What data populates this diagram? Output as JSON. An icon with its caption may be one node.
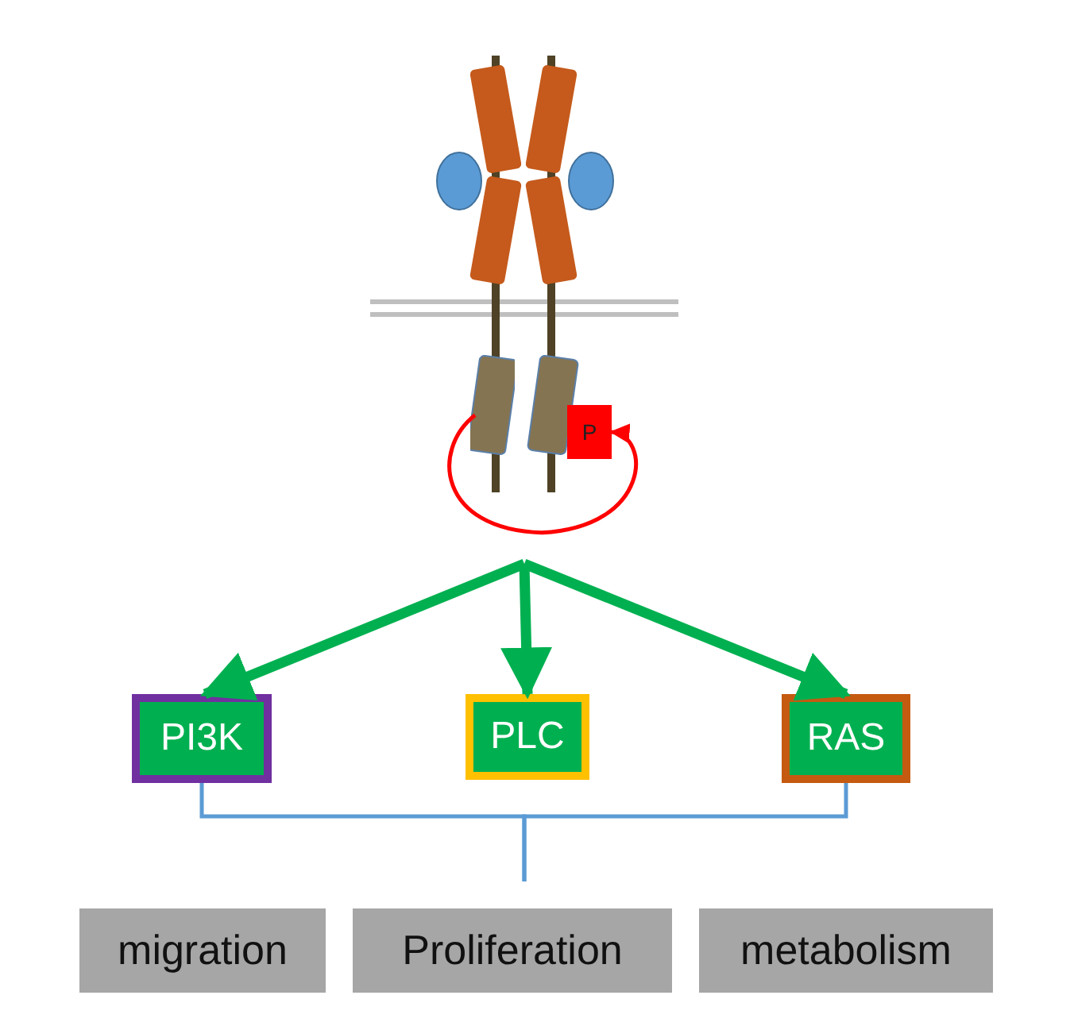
{
  "diagram": {
    "nodes": [
      {
        "text": [],
        "shape": "picture"
      },
      {
        "text": [],
        "shape": "box",
        "in": 0
      },
      {
        "text": [
          "P"
        ],
        "in": 0
      },
      {
        "text": [
          "PI3K"
        ]
      },
      {
        "text": [
          "PLC"
        ]
      },
      {
        "text": [
          "RAS"
        ]
      },
      {
        "text": [
          "migration"
        ]
      },
      {
        "text": [
          "Proliferation"
        ]
      },
      {
        "text": [
          "metabolism"
        ]
      }
    ],
    "edges": [
      {
        "from": 1,
        "to": 2,
        "arrow": "to",
        "color": "#ff0000"
      },
      {
        "from": 0,
        "to": 3,
        "arrow": "to",
        "style": "thick",
        "color": "#00b050"
      },
      {
        "from": 0,
        "to": 4,
        "arrow": "to",
        "style": "thick",
        "color": "#00b050"
      },
      {
        "from": 0,
        "to": 5,
        "arrow": "to",
        "style": "thick",
        "color": "#00b050"
      },
      {
        "from": 3,
        "to": null,
        "arrow": "none",
        "color": "#5b9bd5"
      },
      {
        "from": 5,
        "to": null,
        "arrow": "none",
        "color": "#5b9bd5"
      }
    ]
  }
}
